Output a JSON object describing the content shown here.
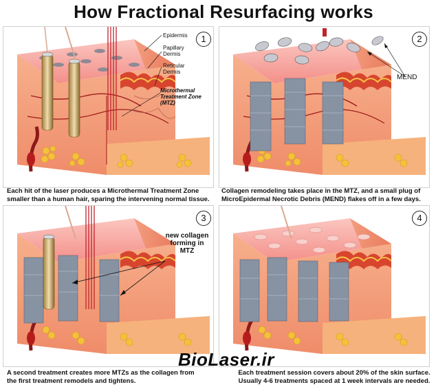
{
  "title": "How Fractional Resurfacing works",
  "panels": [
    {
      "number": "1",
      "labels": {
        "epidermis": "Epidermis",
        "papillary_dermis": "Papillary Dermis",
        "reticular_dermis": "Reticular Dermis",
        "mtz": "Microthermal Treatment Zone (MTZ)"
      },
      "caption_line1": "Each hit of the laser produces a Microthermal Treatment Zone",
      "caption_line2": "smaller than a human hair, sparing the intervening normal tissue."
    },
    {
      "number": "2",
      "callout": "MEND",
      "caption_line1": "Collagen remodeling takes place in the MTZ, and a small plug of",
      "caption_line2": "MicroEpidermal Necrotic Debris (MEND) flakes off in a few days."
    },
    {
      "number": "3",
      "callout_line1": "new collagen",
      "callout_line2": "forming in",
      "callout_line3": "MTZ",
      "caption_line1": "A second treatment creates more MTZs as the collagen from",
      "caption_line2": "the first treatment remodels and tightens."
    },
    {
      "number": "4",
      "caption_line1": "Each treatment session covers about 20% of the skin surface.",
      "caption_line2": "Usually 4-6 treatments spaced at 1 week intervals are needed."
    }
  ],
  "watermark": "BioLaser.ir",
  "colors": {
    "skin_top": "#f6a7a3",
    "dermis": "#f19a72",
    "epidermis_band": "#e8573c",
    "mtz_column": "#8792a3",
    "fat": "#f3c23a",
    "laser": "#c0242c"
  }
}
